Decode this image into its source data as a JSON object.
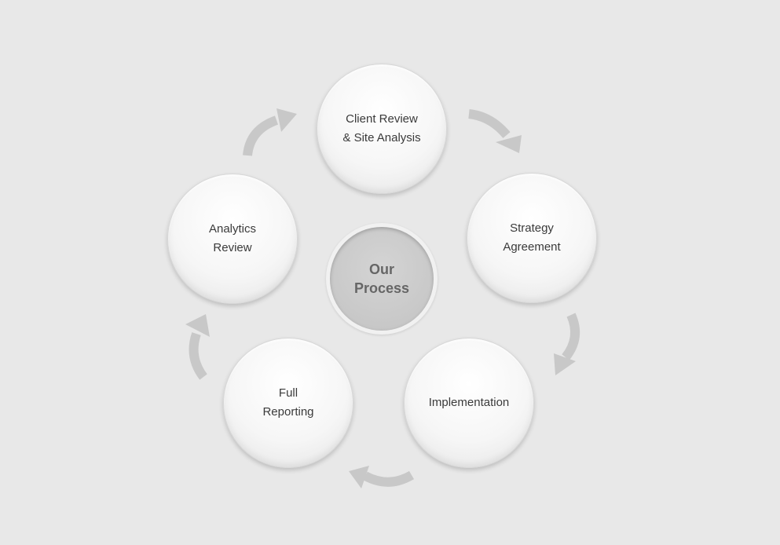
{
  "diagram": {
    "center": {
      "label": "Our\nProcess"
    },
    "steps": [
      {
        "id": "client-review",
        "label": "Client Review\n& Site Analysis"
      },
      {
        "id": "strategy-agreement",
        "label": "Strategy\nAgreement"
      },
      {
        "id": "implementation",
        "label": "Implementation"
      },
      {
        "id": "full-reporting",
        "label": "Full\nReporting"
      },
      {
        "id": "analytics-review",
        "label": "Analytics\nReview"
      }
    ],
    "colors": {
      "background": "#e8e8e8",
      "node_fill": "#f6f6f6",
      "center_fill": "#c8c8c8",
      "center_text": "#666666",
      "node_text": "#3a3a3a",
      "arrow": "#c8c8c8"
    }
  }
}
